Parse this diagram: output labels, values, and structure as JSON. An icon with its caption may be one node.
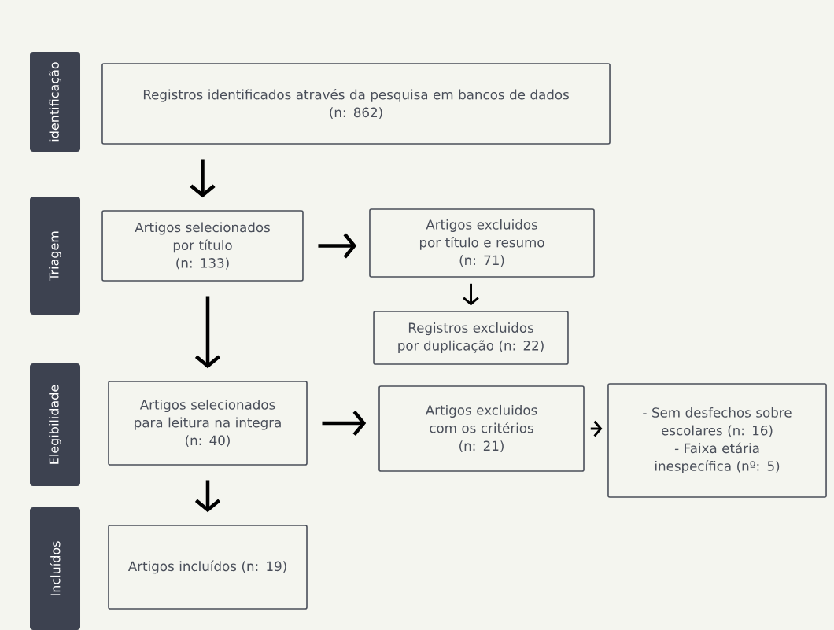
{
  "diagram": {
    "nodes": [
      {
        "text": [
          "identificação"
        ]
      },
      {
        "text": [
          "Registros identificados através da pesquisa em bancos de dados",
          "(n: 862)"
        ]
      },
      {
        "text": [
          "Triagem"
        ]
      },
      {
        "text": [
          "Artigos selecionados por título",
          "(n: 133)"
        ]
      },
      {
        "text": [
          "Artigos excluidos por título e resumo",
          "(n: 71)"
        ]
      },
      {
        "text": [
          "Registros excluidos por duplicação (n: 22)"
        ]
      },
      {
        "text": [
          "Elegibilidade"
        ]
      },
      {
        "text": [
          "Artigos selecionados para leitura na integra",
          "(n: 40)"
        ]
      },
      {
        "text": [
          "Artigos excluidos com os critérios",
          "(n: 21)"
        ]
      },
      {
        "text": [
          "- Sem desfechos sobre escolares (n: 16)",
          "- Faixa etária inespecífica (nº: 5)"
        ]
      },
      {
        "text": [
          "Incluídos"
        ]
      },
      {
        "text": [
          "Artigos incluídos (n: 19)"
        ]
      }
    ],
    "edges": [
      {
        "from": 1,
        "to": 3,
        "arrow": "to"
      },
      {
        "from": 3,
        "to": 4,
        "arrow": "to"
      },
      {
        "from": 4,
        "to": 5,
        "arrow": "to"
      },
      {
        "from": 3,
        "to": 7,
        "arrow": "to"
      },
      {
        "from": 7,
        "to": 8,
        "arrow": "to"
      },
      {
        "from": 8,
        "to": 9,
        "arrow": "to"
      },
      {
        "from": 7,
        "to": 11,
        "arrow": "to"
      }
    ]
  }
}
